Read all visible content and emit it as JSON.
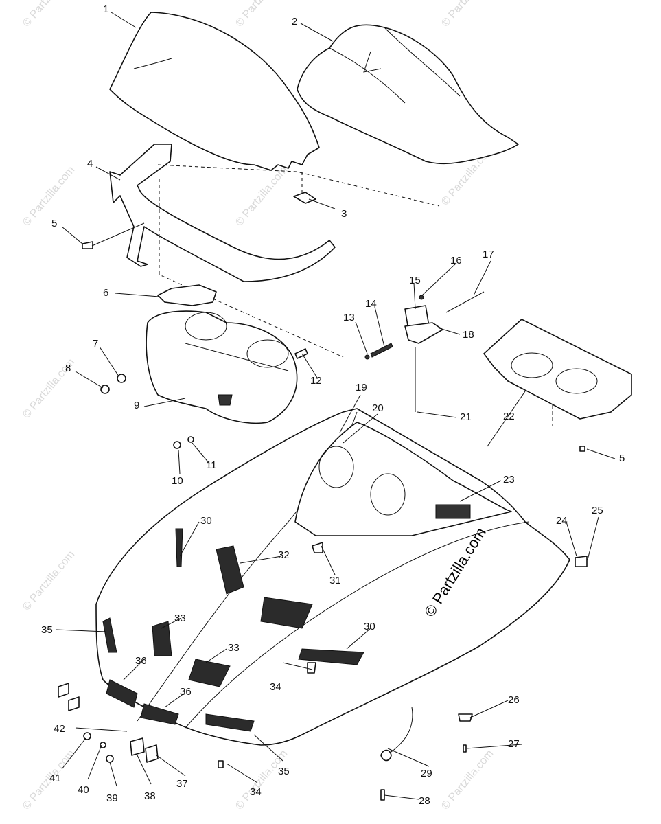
{
  "watermark": {
    "text": "© Partzilla.com",
    "brand_text": "© Partzilla.com"
  },
  "callouts": [
    "1",
    "2",
    "3",
    "4",
    "5",
    "5",
    "6",
    "7",
    "8",
    "9",
    "10",
    "11",
    "12",
    "13",
    "14",
    "15",
    "16",
    "17",
    "18",
    "19",
    "20",
    "21",
    "22",
    "23",
    "24",
    "25",
    "26",
    "27",
    "28",
    "29",
    "30",
    "30",
    "31",
    "32",
    "33",
    "33",
    "34",
    "34",
    "35",
    "35",
    "36",
    "36",
    "37",
    "38",
    "39",
    "40",
    "41",
    "42"
  ]
}
